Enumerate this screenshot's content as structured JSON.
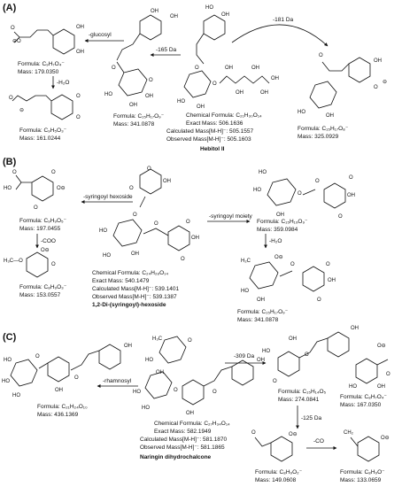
{
  "panels": [
    {
      "label": "(A)",
      "products": [
        {
          "formula": "Formula: C₉H₇O₄⁻",
          "mass": "Mass: 179.0350"
        },
        {
          "formula": "Formula: C₉H₅O₃⁻",
          "mass": "Mass: 161.0244"
        },
        {
          "formula": "Formula: C₁₅H₁₇O₉⁻",
          "mass": "Mass: 341.0878"
        },
        {
          "formula": "Formula: C₁₅H₁₇O₈⁻",
          "mass": "Mass: 325.0929"
        }
      ],
      "parent": {
        "chemical_formula": "Chemical Formula: C₂₁H₃₀O₁₄",
        "exact_mass": "Exact Mass: 506.1636",
        "calc_mass": "Calculated Mass[M-H]⁻: 505.1557",
        "obs_mass": "Observed Mass[M-H]⁻: 505.1603",
        "name": "Hebitol II"
      },
      "steps": [
        "-glucosyl",
        "-H₂O",
        "-165 Da",
        "-181 Da"
      ]
    },
    {
      "label": "(B)",
      "products": [
        {
          "formula": "Formula: C₉H₉O₅⁻",
          "mass": "Mass: 197.0455"
        },
        {
          "formula": "Formula: C₈H₉O₃⁻",
          "mass": "Mass: 153.0557"
        },
        {
          "formula": "Formula: C₁₅H₁₉O₉⁻",
          "mass": "Mass: 359.0984"
        },
        {
          "formula": "Formula: C₁₅H₁₇O₉⁻",
          "mass": "Mass: 341.0878"
        }
      ],
      "parent": {
        "chemical_formula": "Chemical Formula: C₂₄H₂₈O₁₄",
        "exact_mass": "Exact Mass: 540.1479",
        "calc_mass": "Calculated Mass[M-H]⁻: 539.1401",
        "obs_mass": "Observed Mass[M-H]⁻: 539.1387",
        "name": "1,2-Di-(syringoyl)-hexoside"
      },
      "steps": [
        "-syringoyl hexoside",
        "-COO",
        "-syringoyl moiety",
        "-H₂O"
      ]
    },
    {
      "label": "(C)",
      "products": [
        {
          "formula": "Formula: C₂₁H₂₄O₁₀",
          "mass": "Mass: 436.1369"
        },
        {
          "formula": "Formula: C₁₅H₁₄O₅",
          "mass": "Mass: 274.0841"
        },
        {
          "formula": "Formula: C₈H₇O₄⁻",
          "mass": "Mass: 167.0350"
        },
        {
          "formula": "Formula: C₈H₉O₂⁻",
          "mass": "Mass: 149.0608"
        },
        {
          "formula": "Formula: C₈H₉O⁻",
          "mass": "Mass: 133.0659"
        }
      ],
      "parent": {
        "chemical_formula": "Chemical Formula: C₂₇H₃₄O₁₄",
        "exact_mass": "Exact Mass: 582.1949",
        "calc_mass": "Calculated Mass[M-H]⁻: 581.1870",
        "obs_mass": "Observed Mass[M-H]⁻: 581.1865",
        "name": "Naringin dihydrochalcone"
      },
      "steps": [
        "-rhamnosyl",
        "-309 Da",
        "-125 Da",
        "-CO"
      ]
    }
  ]
}
